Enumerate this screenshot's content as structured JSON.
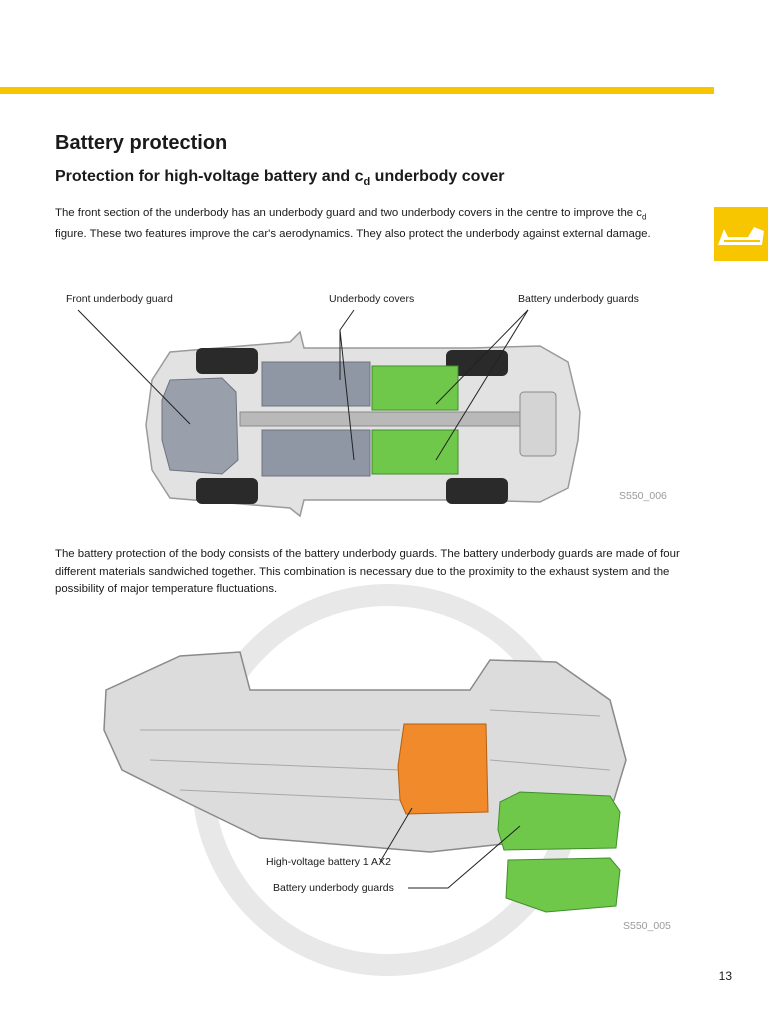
{
  "header": {
    "accent_color": "#f7c600",
    "section_tab_icon": "car-body-icon"
  },
  "section": {
    "title": "Battery protection",
    "subtitle_main": "Protection for high-voltage battery and c",
    "subtitle_sub": "d",
    "subtitle_end": " underbody cover"
  },
  "intro": {
    "part1": "The front section of the underbody has an underbody guard and two underbody covers in the centre to improve the c",
    "sub": "d",
    "part2": " figure. These two features improve the car's aerodynamics. They also protect the underbody against external damage."
  },
  "figure1": {
    "labels": {
      "front_guard": "Front underbody guard",
      "covers": "Underbody covers",
      "battery_guards": "Battery underbody guards"
    },
    "ref": "S550_006",
    "colors": {
      "cover": "#8f96a4",
      "guard": "#6fc84a"
    }
  },
  "body_text": "The battery protection of the body consists of the battery underbody guards. The battery underbody guards are made of four different materials sandwiched together. This combination is necessary due to the proximity to the exhaust system and the possibility of major temperature fluctuations.",
  "figure2": {
    "labels": {
      "battery": "High-voltage battery 1 AX2",
      "battery_guards": "Battery underbody guards"
    },
    "ref": "S550_005",
    "colors": {
      "battery": "#f08a2a",
      "guard": "#6fc84a"
    }
  },
  "footer": {
    "page_number": "13"
  }
}
